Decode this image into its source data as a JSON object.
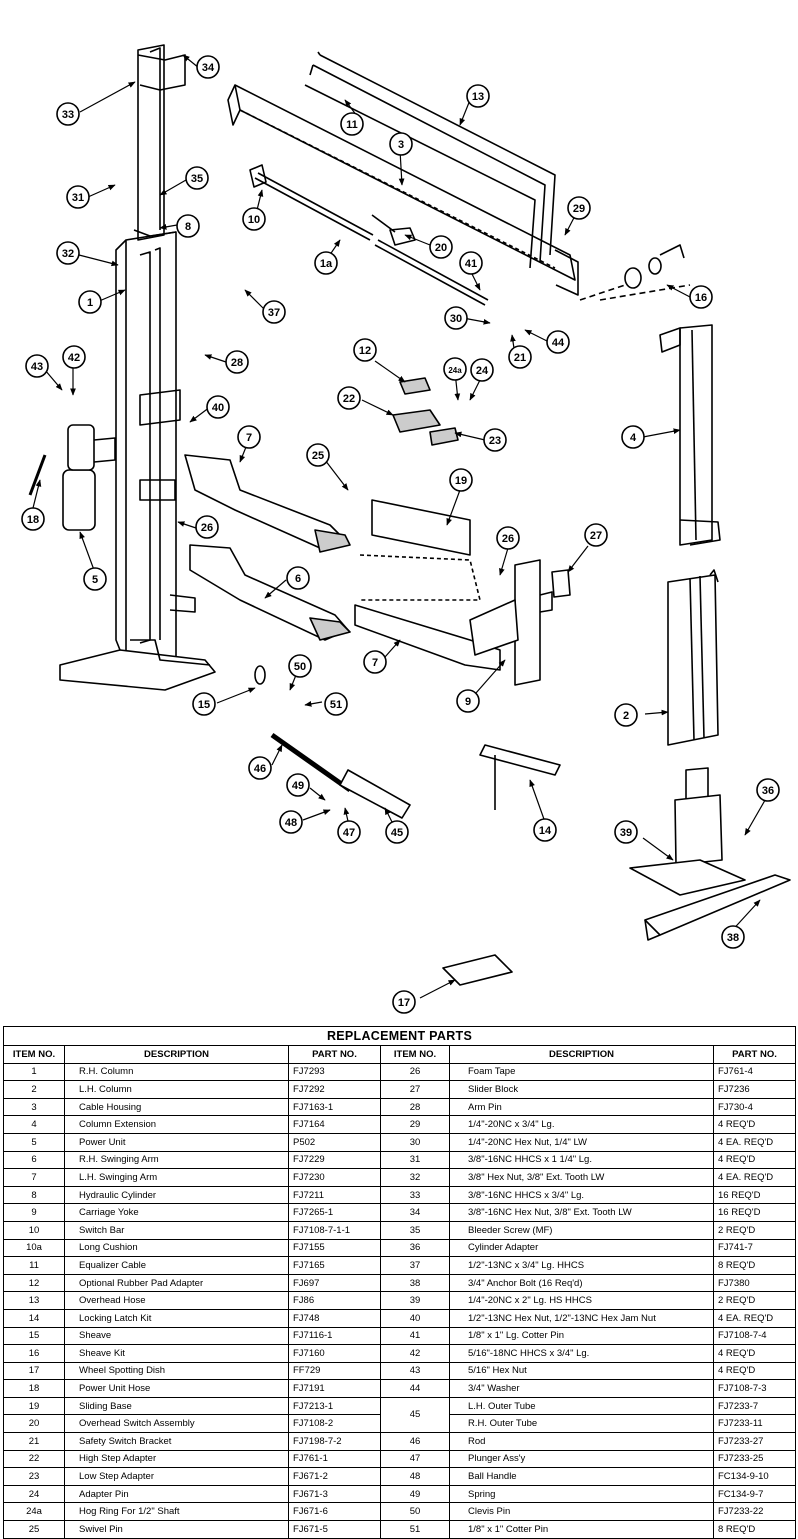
{
  "callouts": [
    "34",
    "33",
    "13",
    "11",
    "3",
    "35",
    "31",
    "8",
    "10",
    "29",
    "20",
    "32",
    "1a",
    "1",
    "41",
    "16",
    "37",
    "30",
    "44",
    "21",
    "12",
    "24a",
    "24",
    "28",
    "43",
    "42",
    "22",
    "23",
    "40",
    "4",
    "7",
    "25",
    "19",
    "18",
    "26",
    "26",
    "27",
    "5",
    "6",
    "2",
    "7",
    "50",
    "15",
    "9",
    "51",
    "46",
    "49",
    "48",
    "47",
    "45",
    "14",
    "36",
    "39",
    "38",
    "17"
  ],
  "table": {
    "title": "REPLACEMENT PARTS",
    "headers": [
      "ITEM NO.",
      "DESCRIPTION",
      "PART NO.",
      "ITEM NO.",
      "DESCRIPTION",
      "PART NO."
    ],
    "left_rows": [
      {
        "item": "1",
        "desc": "R.H. Column",
        "part": "FJ7293"
      },
      {
        "item": "2",
        "desc": "L.H. Column",
        "part": "FJ7292"
      },
      {
        "item": "3",
        "desc": "Cable Housing",
        "part": "FJ7163-1"
      },
      {
        "item": "4",
        "desc": "Column Extension",
        "part": "FJ7164"
      },
      {
        "item": "5",
        "desc": "Power Unit",
        "part": "P502"
      },
      {
        "item": "6",
        "desc": "R.H. Swinging Arm",
        "part": "FJ7229"
      },
      {
        "item": "7",
        "desc": "L.H. Swinging Arm",
        "part": "FJ7230"
      },
      {
        "item": "8",
        "desc": "Hydraulic Cylinder",
        "part": "FJ7211"
      },
      {
        "item": "9",
        "desc": "Carriage Yoke",
        "part": "FJ7265-1"
      },
      {
        "item": "10",
        "desc": "Switch Bar",
        "part": "FJ7108-7-1-1"
      },
      {
        "item": "10a",
        "desc": "Long Cushion",
        "part": "FJ7155"
      },
      {
        "item": "11",
        "desc": "Equalizer Cable",
        "part": "FJ7165"
      },
      {
        "item": "12",
        "desc": "Optional Rubber Pad Adapter",
        "part": "FJ697"
      },
      {
        "item": "13",
        "desc": "Overhead Hose",
        "part": "FJ86"
      },
      {
        "item": "14",
        "desc": "Locking Latch Kit",
        "part": "FJ748"
      },
      {
        "item": "15",
        "desc": "Sheave",
        "part": "FJ7116-1"
      },
      {
        "item": "16",
        "desc": "Sheave Kit",
        "part": "FJ7160"
      },
      {
        "item": "17",
        "desc": "Wheel Spotting Dish",
        "part": "FF729"
      },
      {
        "item": "18",
        "desc": "Power Unit Hose",
        "part": "FJ7191"
      },
      {
        "item": "19",
        "desc": "Sliding Base",
        "part": "FJ7213-1"
      },
      {
        "item": "20",
        "desc": "Overhead Switch Assembly",
        "part": "FJ7108-2"
      },
      {
        "item": "21",
        "desc": "Safety Switch Bracket",
        "part": "FJ7198-7-2"
      },
      {
        "item": "22",
        "desc": "High Step Adapter",
        "part": "FJ761-1"
      },
      {
        "item": "23",
        "desc": "Low Step Adapter",
        "part": "FJ671-2"
      },
      {
        "item": "24",
        "desc": "Adapter Pin",
        "part": "FJ671-3"
      },
      {
        "item": "24a",
        "desc": "Hog Ring For 1/2\" Shaft",
        "part": "FJ671-6"
      },
      {
        "item": "25",
        "desc": "Swivel Pin",
        "part": "FJ671-5"
      }
    ],
    "right_rows": [
      {
        "item": "26",
        "desc": "Foam Tape",
        "part": "FJ761-4"
      },
      {
        "item": "27",
        "desc": "Slider Block",
        "part": "FJ7236"
      },
      {
        "item": "28",
        "desc": "Arm Pin",
        "part": "FJ730-4"
      },
      {
        "item": "29",
        "desc": "1/4\"-20NC x 3/4\" Lg.",
        "part": "4 REQ'D"
      },
      {
        "item": "30",
        "desc": "1/4\"-20NC Hex Nut, 1/4\" LW",
        "part": "4 EA. REQ'D"
      },
      {
        "item": "31",
        "desc": "3/8\"-16NC HHCS x 1 1/4\" Lg.",
        "part": "4 REQ'D"
      },
      {
        "item": "32",
        "desc": "3/8\" Hex Nut, 3/8\" Ext. Tooth LW",
        "part": "4 EA. REQ'D"
      },
      {
        "item": "33",
        "desc": "3/8\"-16NC HHCS x 3/4\" Lg.",
        "part": "16 REQ'D"
      },
      {
        "item": "34",
        "desc": "3/8\"-16NC Hex Nut, 3/8\" Ext. Tooth LW",
        "part": "16 REQ'D"
      },
      {
        "item": "35",
        "desc": "Bleeder Screw (MF)",
        "part": "2 REQ'D"
      },
      {
        "item": "36",
        "desc": "Cylinder Adapter",
        "part": "FJ741-7"
      },
      {
        "item": "37",
        "desc": "1/2\"-13NC x 3/4\" Lg. HHCS",
        "part": "8 REQ'D"
      },
      {
        "item": "38",
        "desc": "3/4\" Anchor Bolt  (16 Req'd)",
        "part": "FJ7380"
      },
      {
        "item": "39",
        "desc": "1/4\"-20NC x 2\" Lg. HS HHCS",
        "part": "2 REQ'D"
      },
      {
        "item": "40",
        "desc": "1/2\"-13NC Hex Nut, 1/2\"-13NC Hex Jam Nut",
        "part": "4 EA. REQ'D"
      },
      {
        "item": "41",
        "desc": "1/8\" x 1\" Lg. Cotter Pin",
        "part": "FJ7108-7-4"
      },
      {
        "item": "42",
        "desc": "5/16\"-18NC HHCS x 3/4\" Lg.",
        "part": "4 REQ'D"
      },
      {
        "item": "43",
        "desc": "5/16\" Hex Nut",
        "part": "4 REQ'D"
      },
      {
        "item": "44",
        "desc": "3/4\" Washer",
        "part": "FJ7108-7-3"
      },
      {
        "item": "45",
        "desc": "L.H. Outer Tube",
        "part": "FJ7233-7",
        "desc2": "R.H. Outer Tube",
        "part2": "FJ7233-11"
      },
      {
        "item": "46",
        "desc": "Rod",
        "part": "FJ7233-27"
      },
      {
        "item": "47",
        "desc": "Plunger Ass'y",
        "part": "FJ7233-25"
      },
      {
        "item": "48",
        "desc": "Ball Handle",
        "part": "FC134-9-10"
      },
      {
        "item": "49",
        "desc": "Spring",
        "part": "FC134-9-7"
      },
      {
        "item": "50",
        "desc": "Clevis Pin",
        "part": "FJ7233-22"
      },
      {
        "item": "51",
        "desc": "1/8\" x 1\" Cotter Pin",
        "part": "8 REQ'D"
      }
    ]
  }
}
